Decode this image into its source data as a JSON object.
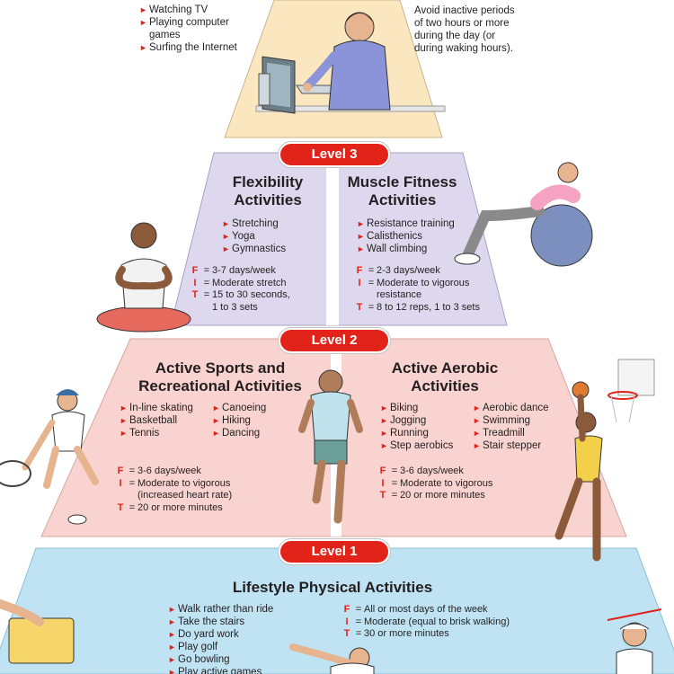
{
  "colors": {
    "top_tier": "#fbe7bf",
    "level3": "#ddd8ee",
    "level2": "#f8d3cf",
    "level1": "#bfe3f3",
    "badge": "#e2231a",
    "bullet": "#e2231a"
  },
  "top_tier": {
    "bullets": [
      "Watching TV",
      "Playing computer games",
      "Surfing the Internet"
    ],
    "advice": [
      "Avoid inactive periods",
      "of two hours or more",
      "during the day (or",
      "during waking hours)."
    ]
  },
  "level3": {
    "badge": "Level 3",
    "flexibility": {
      "title": [
        "Flexibility",
        "Activities"
      ],
      "bullets": [
        "Stretching",
        "Yoga",
        "Gymnastics"
      ],
      "fit": [
        {
          "key": "F",
          "value": "3-7 days/week"
        },
        {
          "key": "I",
          "value": "Moderate stretch"
        },
        {
          "key": "T",
          "value": "15 to 30 seconds,\n1 to 3 sets"
        }
      ]
    },
    "muscle": {
      "title": [
        "Muscle Fitness",
        "Activities"
      ],
      "bullets": [
        "Resistance training",
        "Calisthenics",
        "Wall climbing"
      ],
      "fit": [
        {
          "key": "F",
          "value": "2-3 days/week"
        },
        {
          "key": "I",
          "value": "Moderate to vigorous\nresistance"
        },
        {
          "key": "T",
          "value": "8 to 12 reps, 1 to 3 sets"
        }
      ]
    }
  },
  "level2": {
    "badge": "Level 2",
    "sports": {
      "title": [
        "Active Sports and",
        "Recreational Activities"
      ],
      "bullets_col1": [
        "In-line skating",
        "Basketball",
        "Tennis"
      ],
      "bullets_col2": [
        "Canoeing",
        "Hiking",
        "Dancing"
      ],
      "fit": [
        {
          "key": "F",
          "value": "3-6 days/week"
        },
        {
          "key": "I",
          "value": "Moderate to vigorous\n(increased heart rate)"
        },
        {
          "key": "T",
          "value": "20 or more minutes"
        }
      ]
    },
    "aerobic": {
      "title": [
        "Active Aerobic",
        "Activities"
      ],
      "bullets_col1": [
        "Biking",
        "Jogging",
        "Running",
        "Step aerobics"
      ],
      "bullets_col2": [
        "Aerobic dance",
        "Swimming",
        "Treadmill",
        "Stair stepper"
      ],
      "fit": [
        {
          "key": "F",
          "value": "3-6 days/week"
        },
        {
          "key": "I",
          "value": "Moderate to vigorous"
        },
        {
          "key": "T",
          "value": "20 or more minutes"
        }
      ]
    }
  },
  "level1": {
    "badge": "Level 1",
    "title": "Lifestyle Physical Activities",
    "bullets": [
      "Walk rather than ride",
      "Take the stairs",
      "Do yard work",
      "Play golf",
      "Go bowling",
      "Play active games"
    ],
    "fit": [
      {
        "key": "F",
        "value": "All or most days of the week"
      },
      {
        "key": "I",
        "value": "Moderate (equal to brisk walking)"
      },
      {
        "key": "T",
        "value": "30 or more minutes"
      }
    ]
  }
}
